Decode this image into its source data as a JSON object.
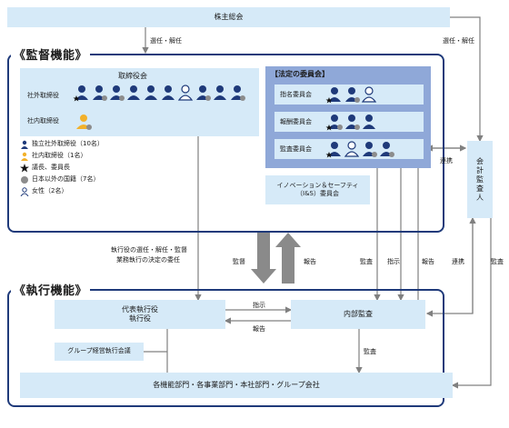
{
  "shareholders": "株主総会",
  "supervision_title": "《監督機能》",
  "execution_title": "《執行機能》",
  "board": {
    "title": "取締役会",
    "outside_label": "社外取締役",
    "inside_label": "社内取締役"
  },
  "legend": [
    {
      "icon": "navy-person-icon",
      "text": "独立社外取締役（10名）"
    },
    {
      "icon": "gold-person-icon",
      "text": "社内取締役（1名）"
    },
    {
      "icon": "star-icon",
      "text": "議長、委員長"
    },
    {
      "icon": "gray-dot-icon",
      "text": "日本以外の国籍（7名）"
    },
    {
      "icon": "outline-person-icon",
      "text": "女性（2名）"
    }
  ],
  "statutory": {
    "title": "【法定の委員会】",
    "nomination": "指名委員会",
    "compensation": "報酬委員会",
    "audit": "監査委員会"
  },
  "is_committee_line1": "イノベーション＆セーフティ",
  "is_committee_line2": "（I&S）委員会",
  "auditor": [
    "会",
    "計",
    "監",
    "査",
    "人"
  ],
  "ceo_line1": "代表執行役",
  "ceo_line2": "執行役",
  "internal_audit": "内部監査",
  "group_council": "グループ経営執行会議",
  "departments": "各機能部門・各事業部門・本社部門・グループ会社",
  "labels": {
    "elect1": "選任・解任",
    "elect2": "選任・解任",
    "delegate1": "執行役の選任・解任・監督",
    "delegate2": "業務執行の決定の委任",
    "supervise": "監督",
    "report1": "報告",
    "audit1": "監査",
    "instruct1": "指示",
    "report2": "報告",
    "coop1": "連携",
    "coop2": "連携",
    "audit2": "監査",
    "instruct2": "指示",
    "report3": "報告",
    "audit3": "監査"
  }
}
